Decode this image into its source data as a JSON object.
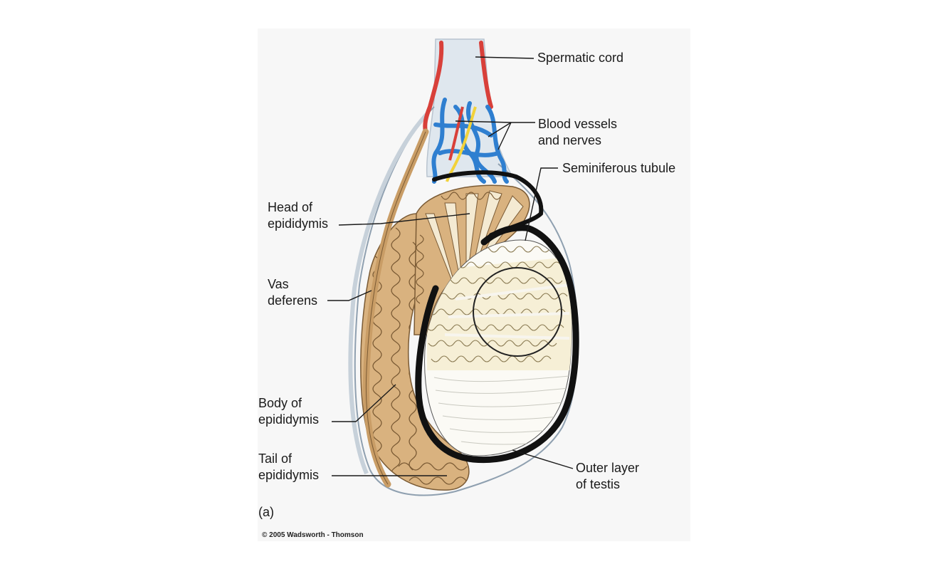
{
  "colors": {
    "background": "#ffffff",
    "panel": "#f7f7f7",
    "epididymis_fill": "#d9b27f",
    "epididymis_outline": "#7a5a34",
    "testis_lobule": "#f6efd6",
    "outer_layer": "#111111",
    "artery": "#d8403a",
    "vein": "#2f7fd0",
    "nerve": "#f2d23a",
    "sheath": "#dfe7ee"
  },
  "labels": {
    "spermatic_cord": "Spermatic cord",
    "blood_vessels_1": "Blood vessels",
    "blood_vessels_2": "and nerves",
    "seminiferous_tubule": "Seminiferous tubule",
    "head_1": "Head of",
    "head_2": "epididymis",
    "vas_1": "Vas",
    "vas_2": "deferens",
    "body_1": "Body of",
    "body_2": "epididymis",
    "tail_1": "Tail of",
    "tail_2": "epididymis",
    "outer_1": "Outer layer",
    "outer_2": "of testis",
    "panel_letter": "(a)"
  },
  "credit": "© 2005 Wadsworth - Thomson"
}
